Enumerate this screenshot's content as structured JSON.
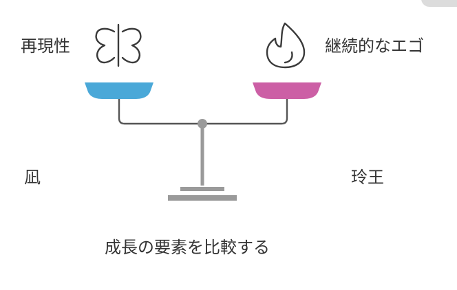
{
  "labels": {
    "left_top": "再現性",
    "right_top": "継続的なエゴ",
    "left_bottom": "凪",
    "right_bottom": "玲王"
  },
  "caption": "成長の要素を比較する",
  "icons": {
    "left": "butterfly-icon",
    "right": "flame-icon"
  },
  "colors": {
    "left_pan": "#4aa8d8",
    "right_pan": "#cc5fa5",
    "beam": "#555555",
    "stand": "#9a9a9a",
    "icon_stroke": "#3a3a3a"
  }
}
